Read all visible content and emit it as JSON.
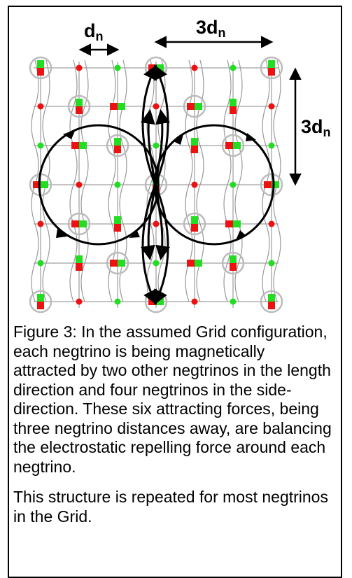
{
  "figure": {
    "labels": {
      "dn": {
        "main": "d",
        "sub": "n"
      },
      "three_dn_top": {
        "main": "3d",
        "sub": "n"
      },
      "three_dn_right": {
        "main": "3d",
        "sub": "n"
      }
    },
    "colors": {
      "red": "#ee1111",
      "green": "#22dd22",
      "ring": "#bbbbbb",
      "grid": "#888888",
      "arrow": "#000000"
    }
  },
  "caption": {
    "paragraph1": "Figure 3: In the assumed Grid configuration, each negtrino is being magnetically attracted by two other negtrinos in the length direction and four negtrinos in the side-direction. These six attracting forces, being three negtrino distances away, are balancing the electrostatic repelling force around each negtrino.",
    "paragraph2": "This structure is repeated for most negtrinos in the Grid."
  }
}
